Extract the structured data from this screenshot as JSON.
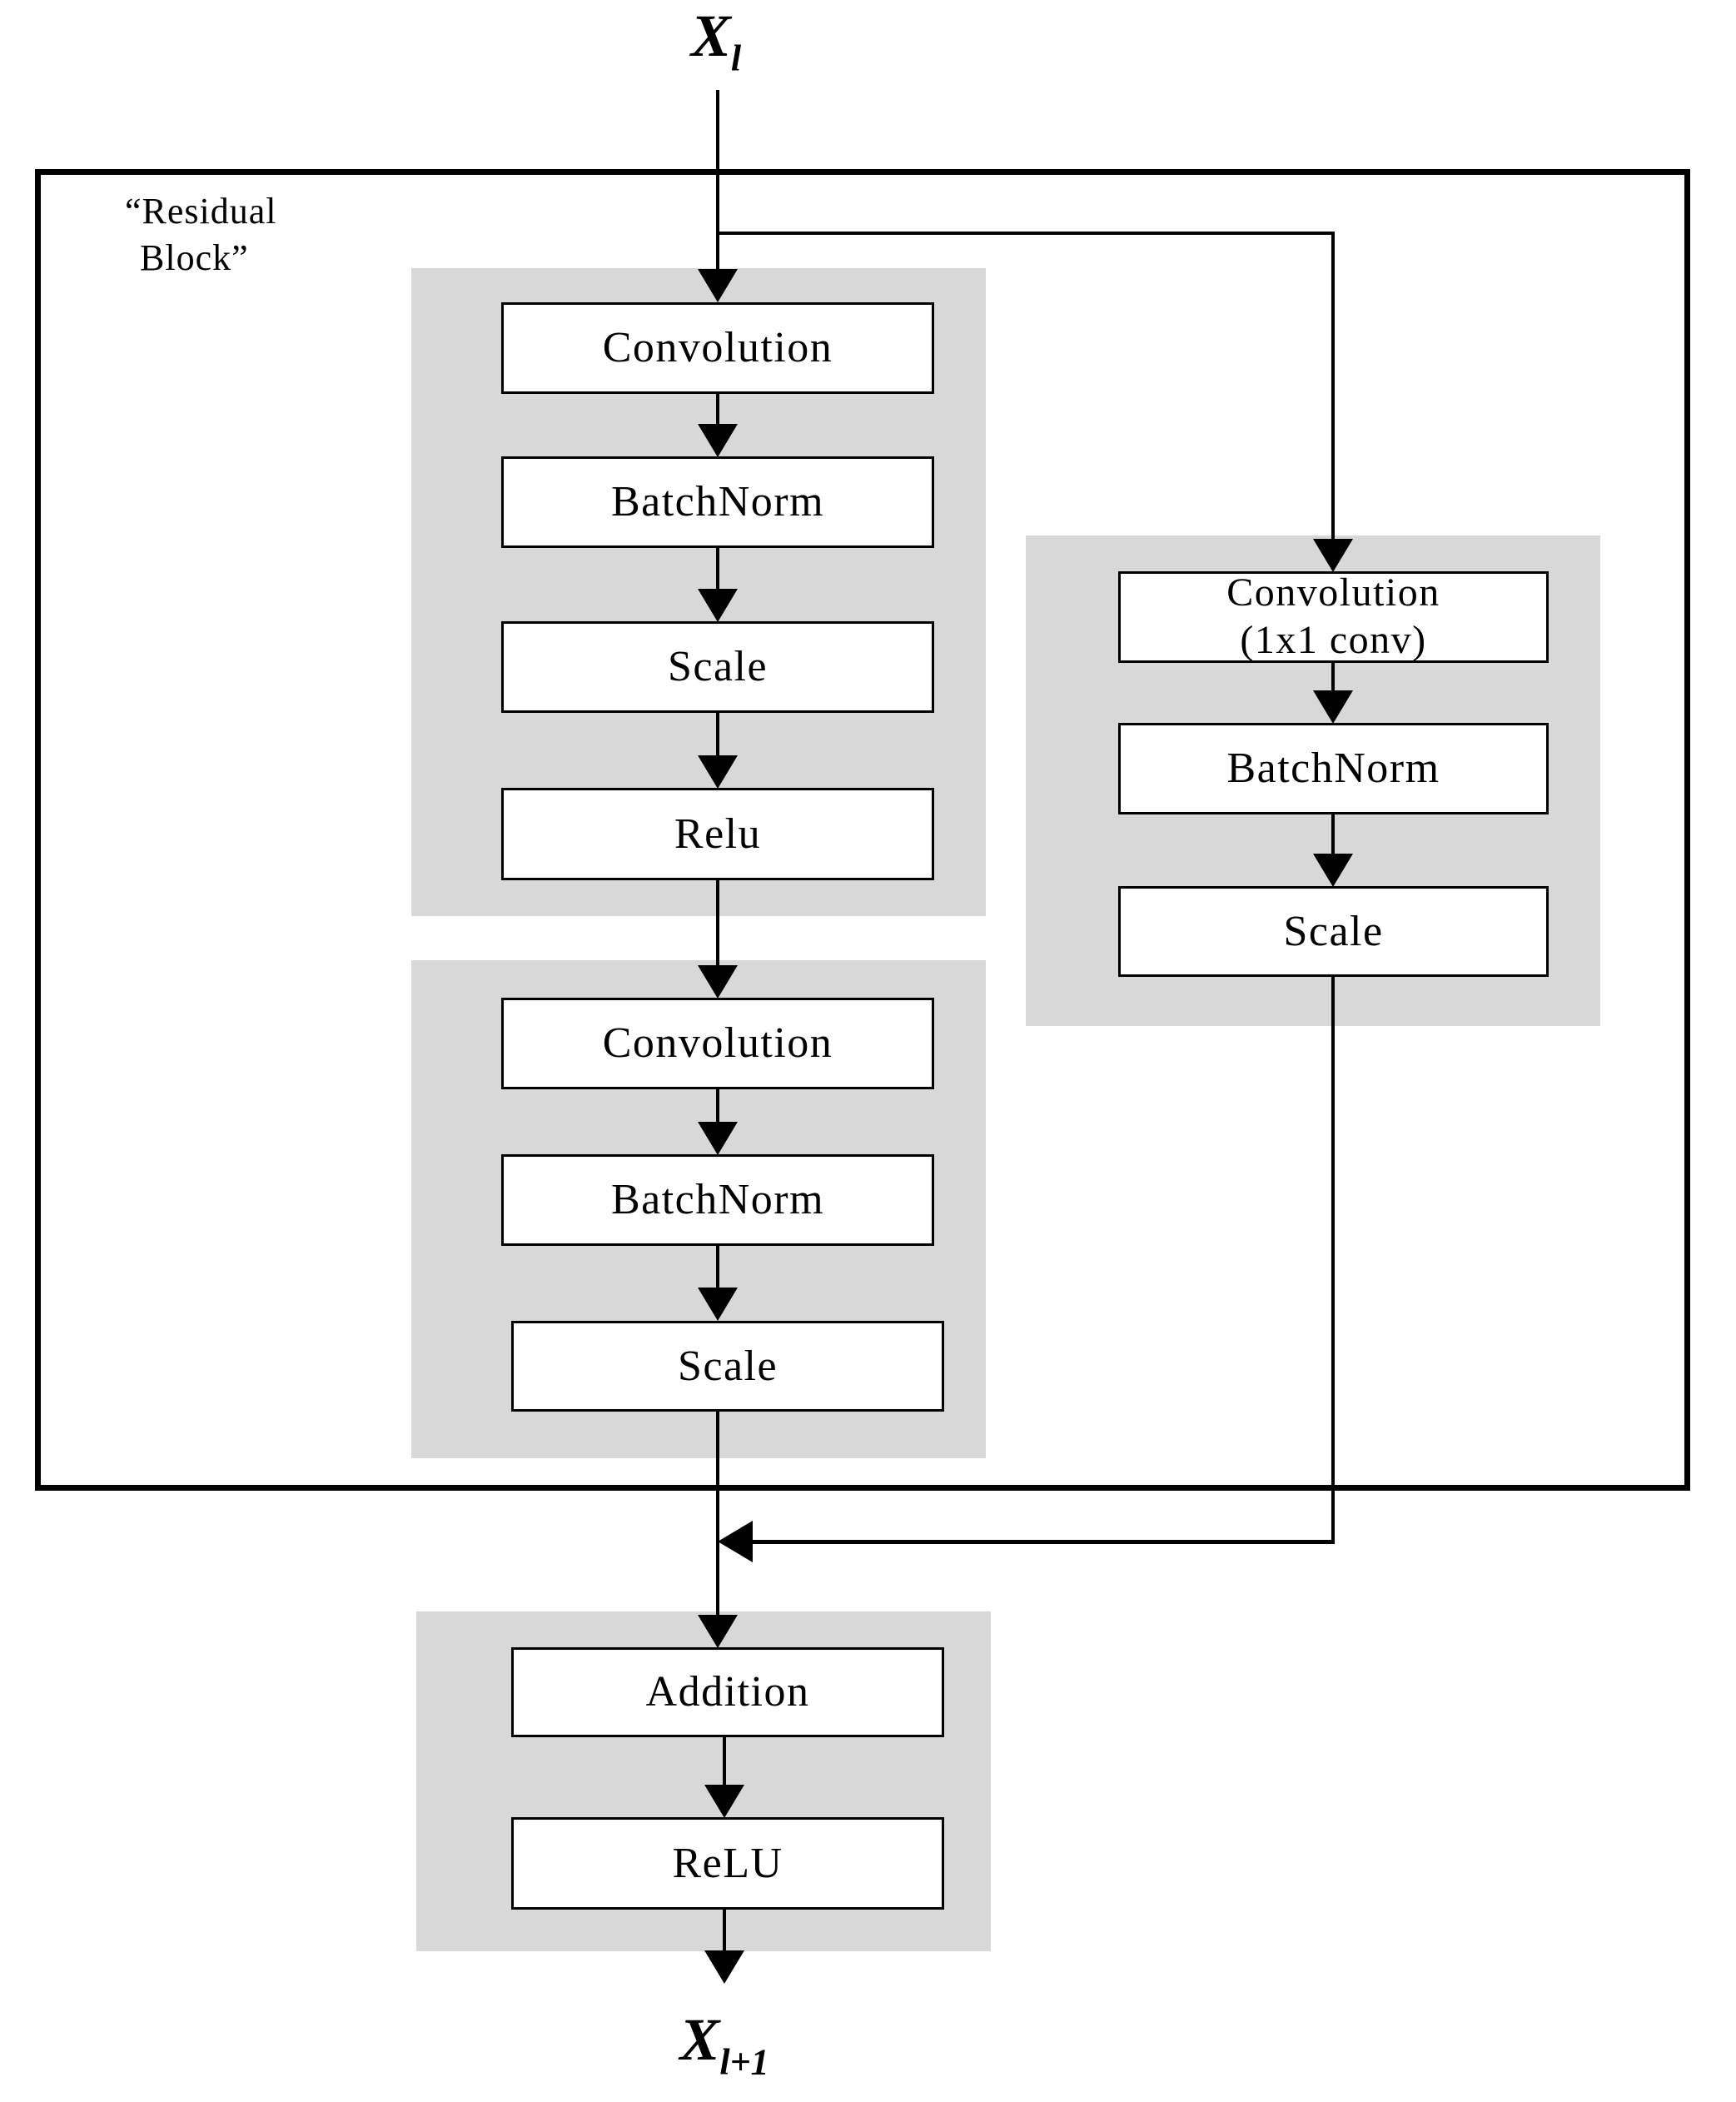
{
  "input_label": {
    "base": "X",
    "sub": "l"
  },
  "output_label": {
    "base": "X",
    "sub": "l+1"
  },
  "residual_label": {
    "line1": "“Residual",
    "line2": "Block”"
  },
  "colors": {
    "panel_fill": "#d8d8d8",
    "box_fill": "#ffffff",
    "line": "#000000",
    "text": "#000000",
    "background": "#ffffff"
  },
  "boxes": {
    "p1_conv": "Convolution",
    "p1_bn": "BatchNorm",
    "p1_scale": "Scale",
    "p1_relu": "Relu",
    "p2_conv": "Convolution",
    "p2_bn": "BatchNorm",
    "p2_scale": "Scale",
    "sc_conv_l1": "Convolution",
    "sc_conv_l2": "(1x1 conv)",
    "sc_bn": "BatchNorm",
    "sc_scale": "Scale",
    "out_add": "Addition",
    "out_relu": "ReLU"
  }
}
